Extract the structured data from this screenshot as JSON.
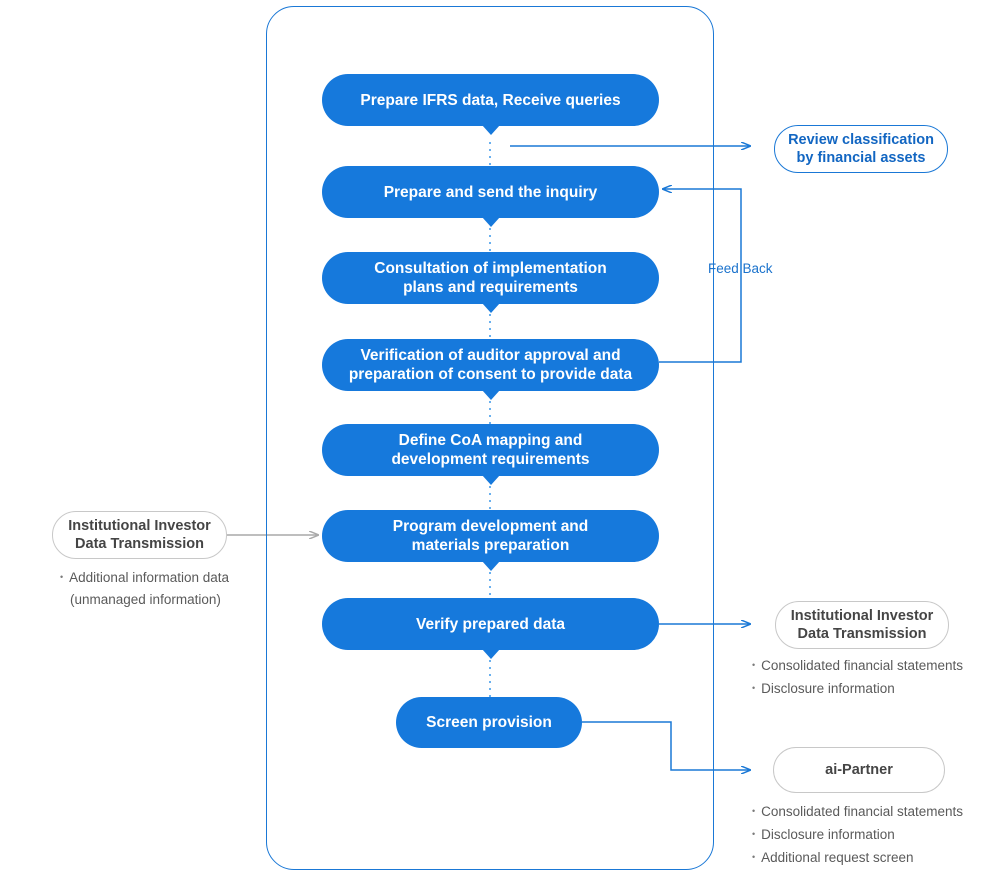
{
  "steps": [
    {
      "label": "Prepare IFRS data, Receive queries",
      "lines": [
        "Prepare IFRS data, Receive queries"
      ]
    },
    {
      "label": "Prepare and send the inquiry",
      "lines": [
        "Prepare and send the inquiry"
      ]
    },
    {
      "label": "Consultation of implementation plans and requirements",
      "lines": [
        "Consultation of implementation",
        "plans and requirements"
      ]
    },
    {
      "label": "Verification of auditor approval and preparation of consent to provide data",
      "lines": [
        "Verification of auditor approval and",
        "preparation of consent to provide data"
      ]
    },
    {
      "label": "Define CoA mapping and development requirements",
      "lines": [
        "Define CoA mapping and",
        "development requirements"
      ]
    },
    {
      "label": "Program development and materials preparation",
      "lines": [
        "Program development and",
        "materials preparation"
      ]
    },
    {
      "label": "Verify prepared data",
      "lines": [
        "Verify prepared data"
      ]
    },
    {
      "label": "Screen provision",
      "lines": [
        "Screen provision"
      ]
    }
  ],
  "feedback_label": "Feed Back",
  "outputs": {
    "review": {
      "lines": [
        "Review classification",
        "by financial assets"
      ]
    },
    "left_input": {
      "lines": [
        "Institutional Investor",
        "Data Transmission"
      ],
      "notes": [
        "Additional information data",
        "(unmanaged information)"
      ]
    },
    "right_transmission": {
      "lines": [
        "Institutional Investor",
        "Data Transmission"
      ],
      "notes": [
        "Consolidated financial statements",
        "Disclosure information"
      ]
    },
    "ai_partner": {
      "lines": [
        "ai-Partner"
      ],
      "notes": [
        "Consolidated financial statements",
        "Disclosure information",
        "Additional request screen"
      ]
    }
  },
  "bullet": "•",
  "colors": {
    "primary": "#1679dc",
    "outline_blue": "#1a78d6",
    "outline_gray": "#c8c8c8",
    "arrow_gray": "#a9a9a9"
  }
}
